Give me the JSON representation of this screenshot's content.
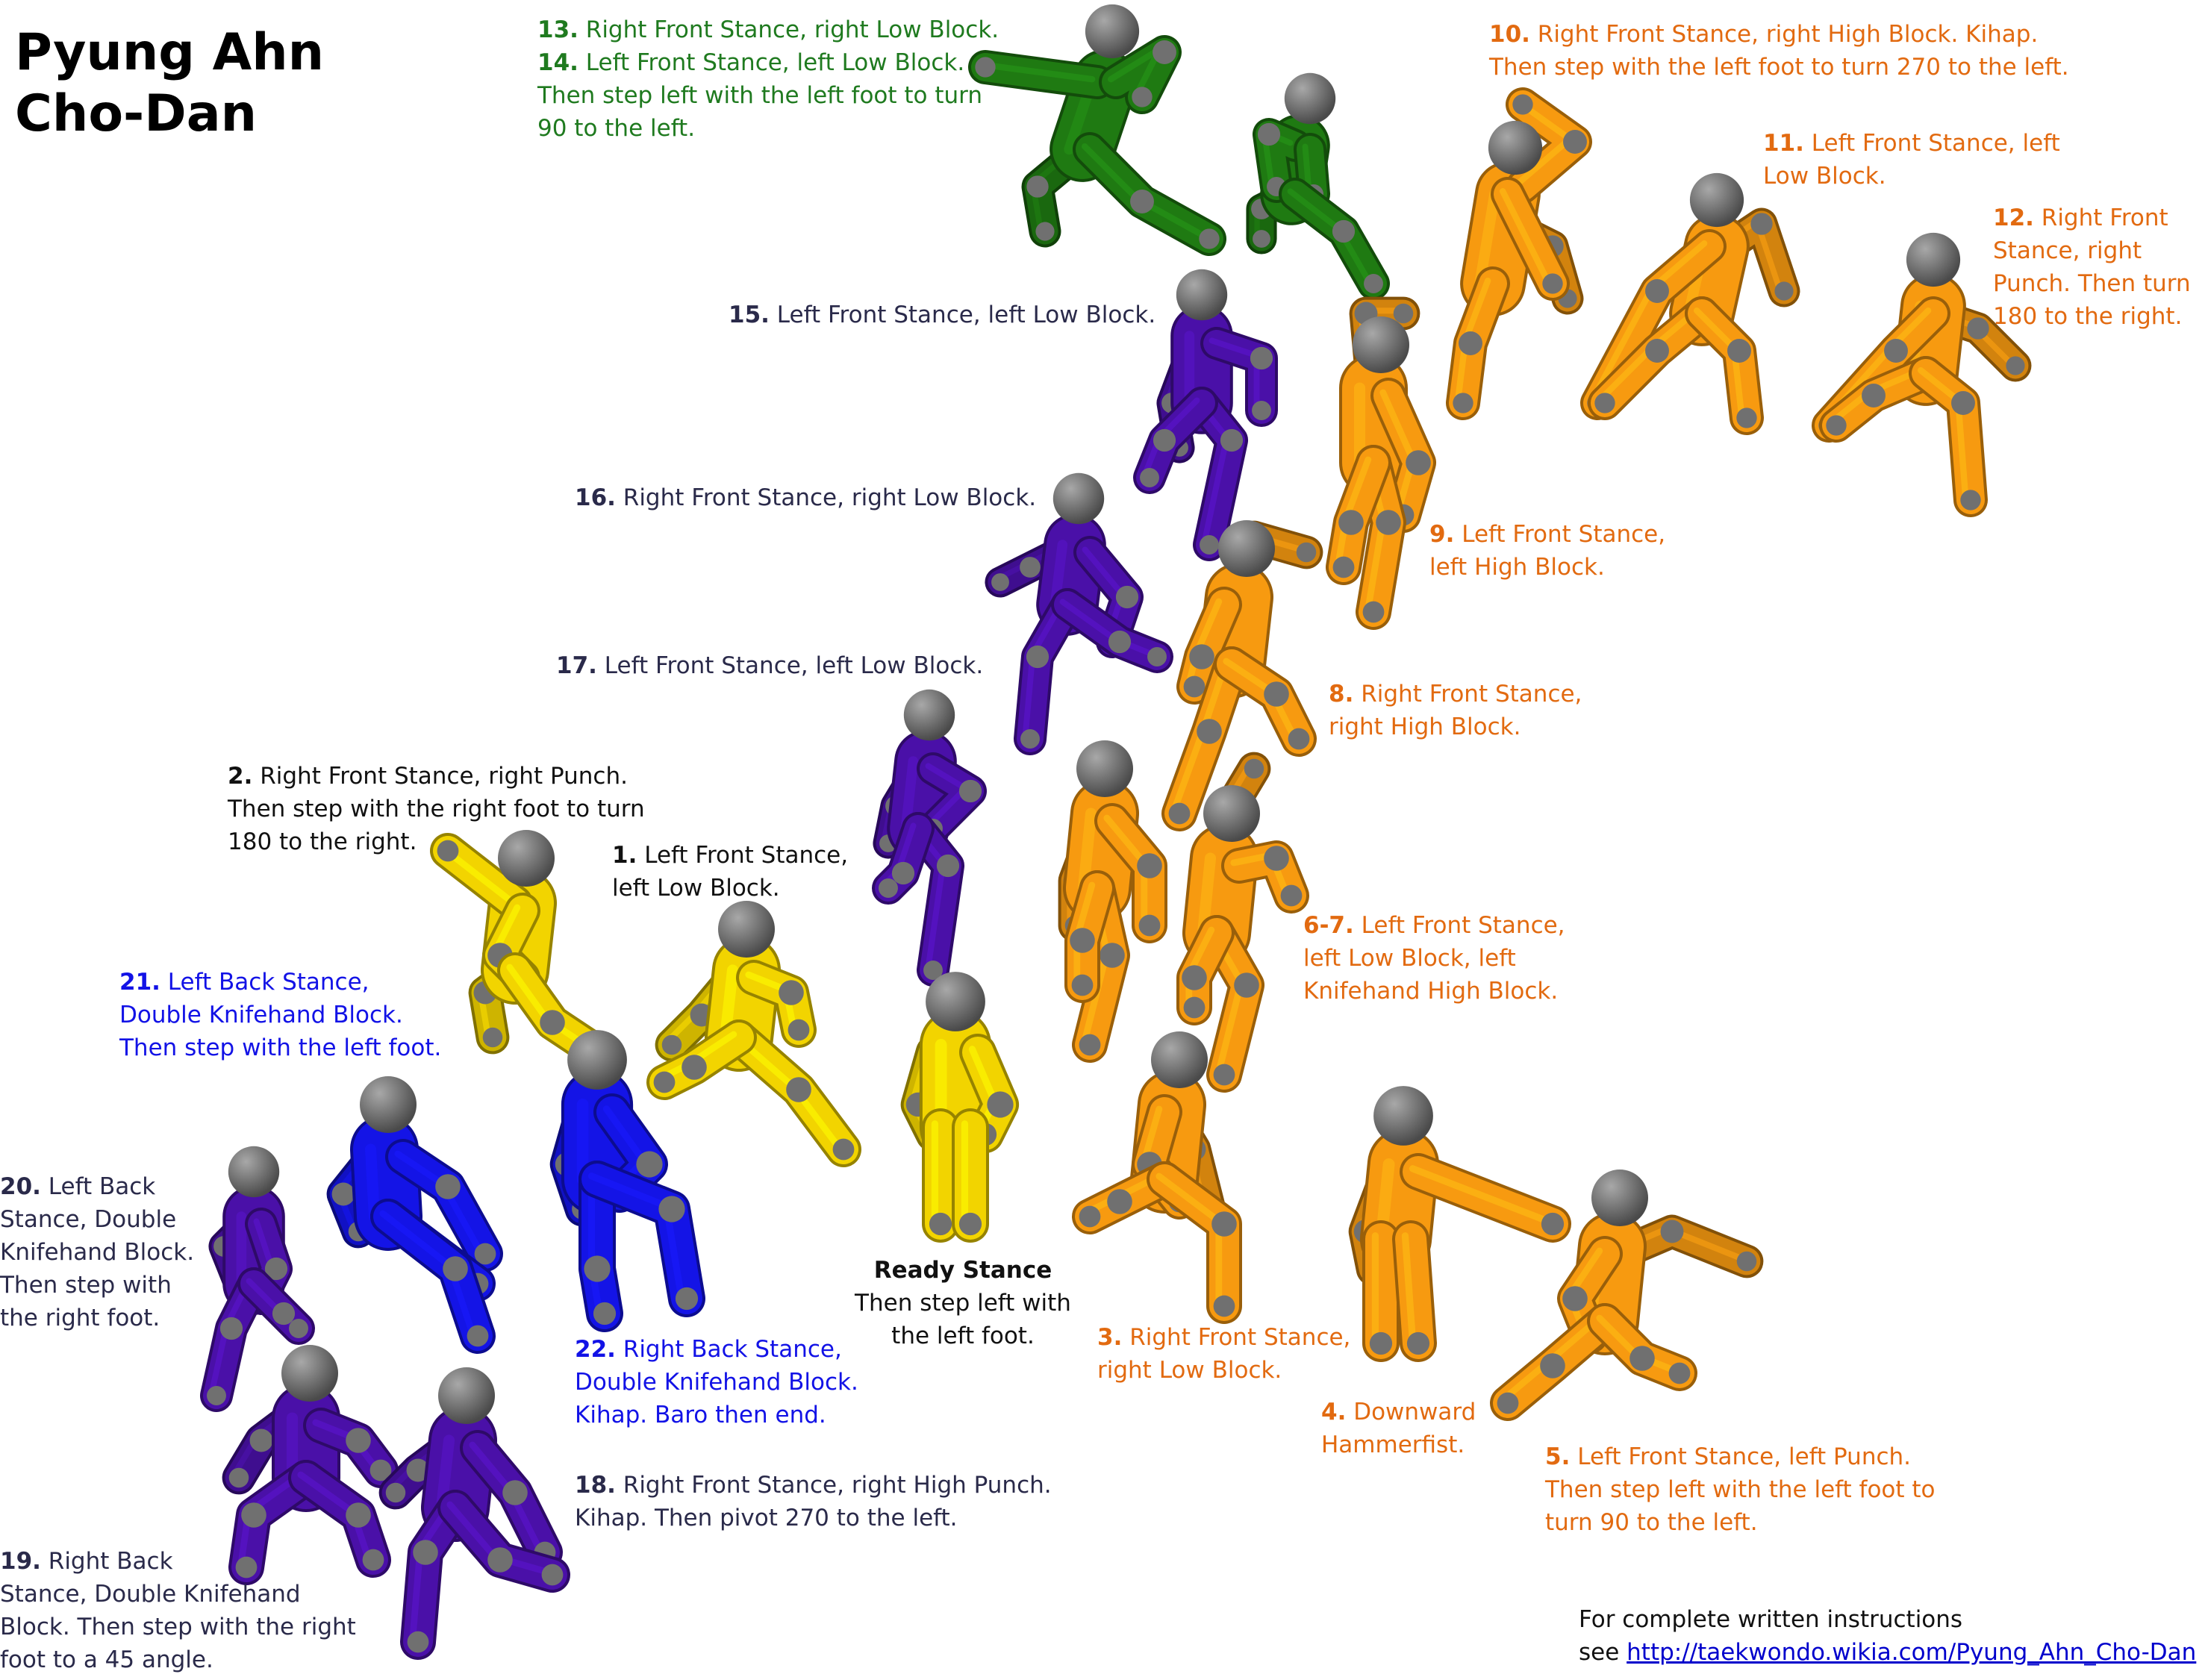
{
  "title": {
    "line1": "Pyung Ahn",
    "line2": "Cho-Dan"
  },
  "colors": {
    "yellow": "#f2d400",
    "orange": "#f79a10",
    "green": "#1f7a12",
    "purple": "#4a10a8",
    "blue": "#1414e6",
    "joint": "#707070",
    "head": "#666666",
    "label_green": "#1f7a1f",
    "label_orange": "#e26a10",
    "label_navy": "#2a2a4a",
    "label_blue": "#1212e6"
  },
  "labels": {
    "s13_14": {
      "num13": "13.",
      "text13": "Right Front Stance, right Low Block.",
      "num14": "14.",
      "text14": "Left Front Stance, left Low Block.",
      "line3": "Then step left with the left foot to turn",
      "line4": "90 to the left."
    },
    "s10": {
      "num": "10.",
      "text": "Right Front Stance, right High Block. Kihap.",
      "line2": "Then step with the left foot to turn 270 to the left."
    },
    "s11": {
      "num": "11.",
      "text": "Left Front Stance, left",
      "line2": "Low Block."
    },
    "s12": {
      "num": "12.",
      "text": "Right Front",
      "line2": "Stance, right",
      "line3": "Punch. Then turn",
      "line4": "180 to the right."
    },
    "s15": {
      "num": "15.",
      "text": "Left Front Stance, left Low Block."
    },
    "s16": {
      "num": "16.",
      "text": "Right Front Stance, right Low Block."
    },
    "s9": {
      "num": "9.",
      "text": "Left Front Stance,",
      "line2": "left High Block."
    },
    "s17": {
      "num": "17.",
      "text": "Left Front Stance, left Low Block."
    },
    "s8": {
      "num": "8.",
      "text": "Right Front Stance,",
      "line2": "right High Block."
    },
    "s2": {
      "num": "2.",
      "text": "Right Front Stance, right Punch.",
      "line2": "Then step with the right foot to turn",
      "line3": "180 to the right."
    },
    "s1": {
      "num": "1.",
      "text": "Left Front Stance,",
      "line2": "left Low Block."
    },
    "s6_7": {
      "num": "6-7.",
      "text": "Left Front Stance,",
      "line2": "left Low Block, left",
      "line3": "Knifehand High Block."
    },
    "s21": {
      "num": "21.",
      "text": "Left Back Stance,",
      "line2": "Double Knifehand Block.",
      "line3": "Then step with the left foot."
    },
    "s20": {
      "num": "20.",
      "text": "Left Back",
      "line2": "Stance, Double",
      "line3": "Knifehand Block.",
      "line4": "Then step with",
      "line5": "the right foot."
    },
    "ready": {
      "text": "Ready Stance",
      "line2": "Then step left with",
      "line3": "the left foot."
    },
    "s22": {
      "num": "22.",
      "text": "Right Back Stance,",
      "line2": "Double Knifehand Block.",
      "line3": "Kihap. Baro then end."
    },
    "s3": {
      "num": "3.",
      "text": "Right Front Stance,",
      "line2": "right Low Block."
    },
    "s4": {
      "num": "4.",
      "text": "Downward",
      "line2": "Hammerfist."
    },
    "s5": {
      "num": "5.",
      "text": "Left Front Stance, left Punch.",
      "line2": "Then step left with the left foot to",
      "line3": "turn 90 to the left."
    },
    "s18": {
      "num": "18.",
      "text": "Right Front Stance, right High Punch.",
      "line2": "Kihap. Then pivot 270 to the left."
    },
    "s19": {
      "num": "19.",
      "text": "Right Back",
      "line2": "Stance, Double Knifehand",
      "line3": "Block. Then step with the right",
      "line4": "foot to a 45 angle."
    }
  },
  "footer": {
    "line1": "For complete written instructions",
    "line2_prefix": "see ",
    "link_text": "http://taekwondo.wikia.com/Pyung_Ahn_Cho-Dan"
  }
}
